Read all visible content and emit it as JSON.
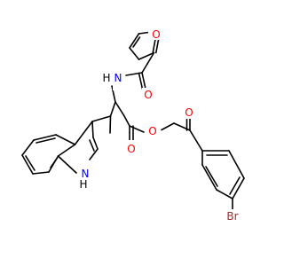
{
  "molecule": {
    "atom_labels": {
      "o_furan": "O",
      "n_amide": "N",
      "h_amide": "H",
      "o_amide": "O",
      "o_ester_carbonyl": "O",
      "o_ester": "O",
      "o_ketone": "O",
      "n_indole": "N",
      "h_indole": "H",
      "br": "Br"
    },
    "colors": {
      "bond": "#000000",
      "oxygen": "#ff0000",
      "nitrogen": "#0000ff",
      "bromine": "#a52a2a",
      "hydrogen": "#000000"
    }
  }
}
